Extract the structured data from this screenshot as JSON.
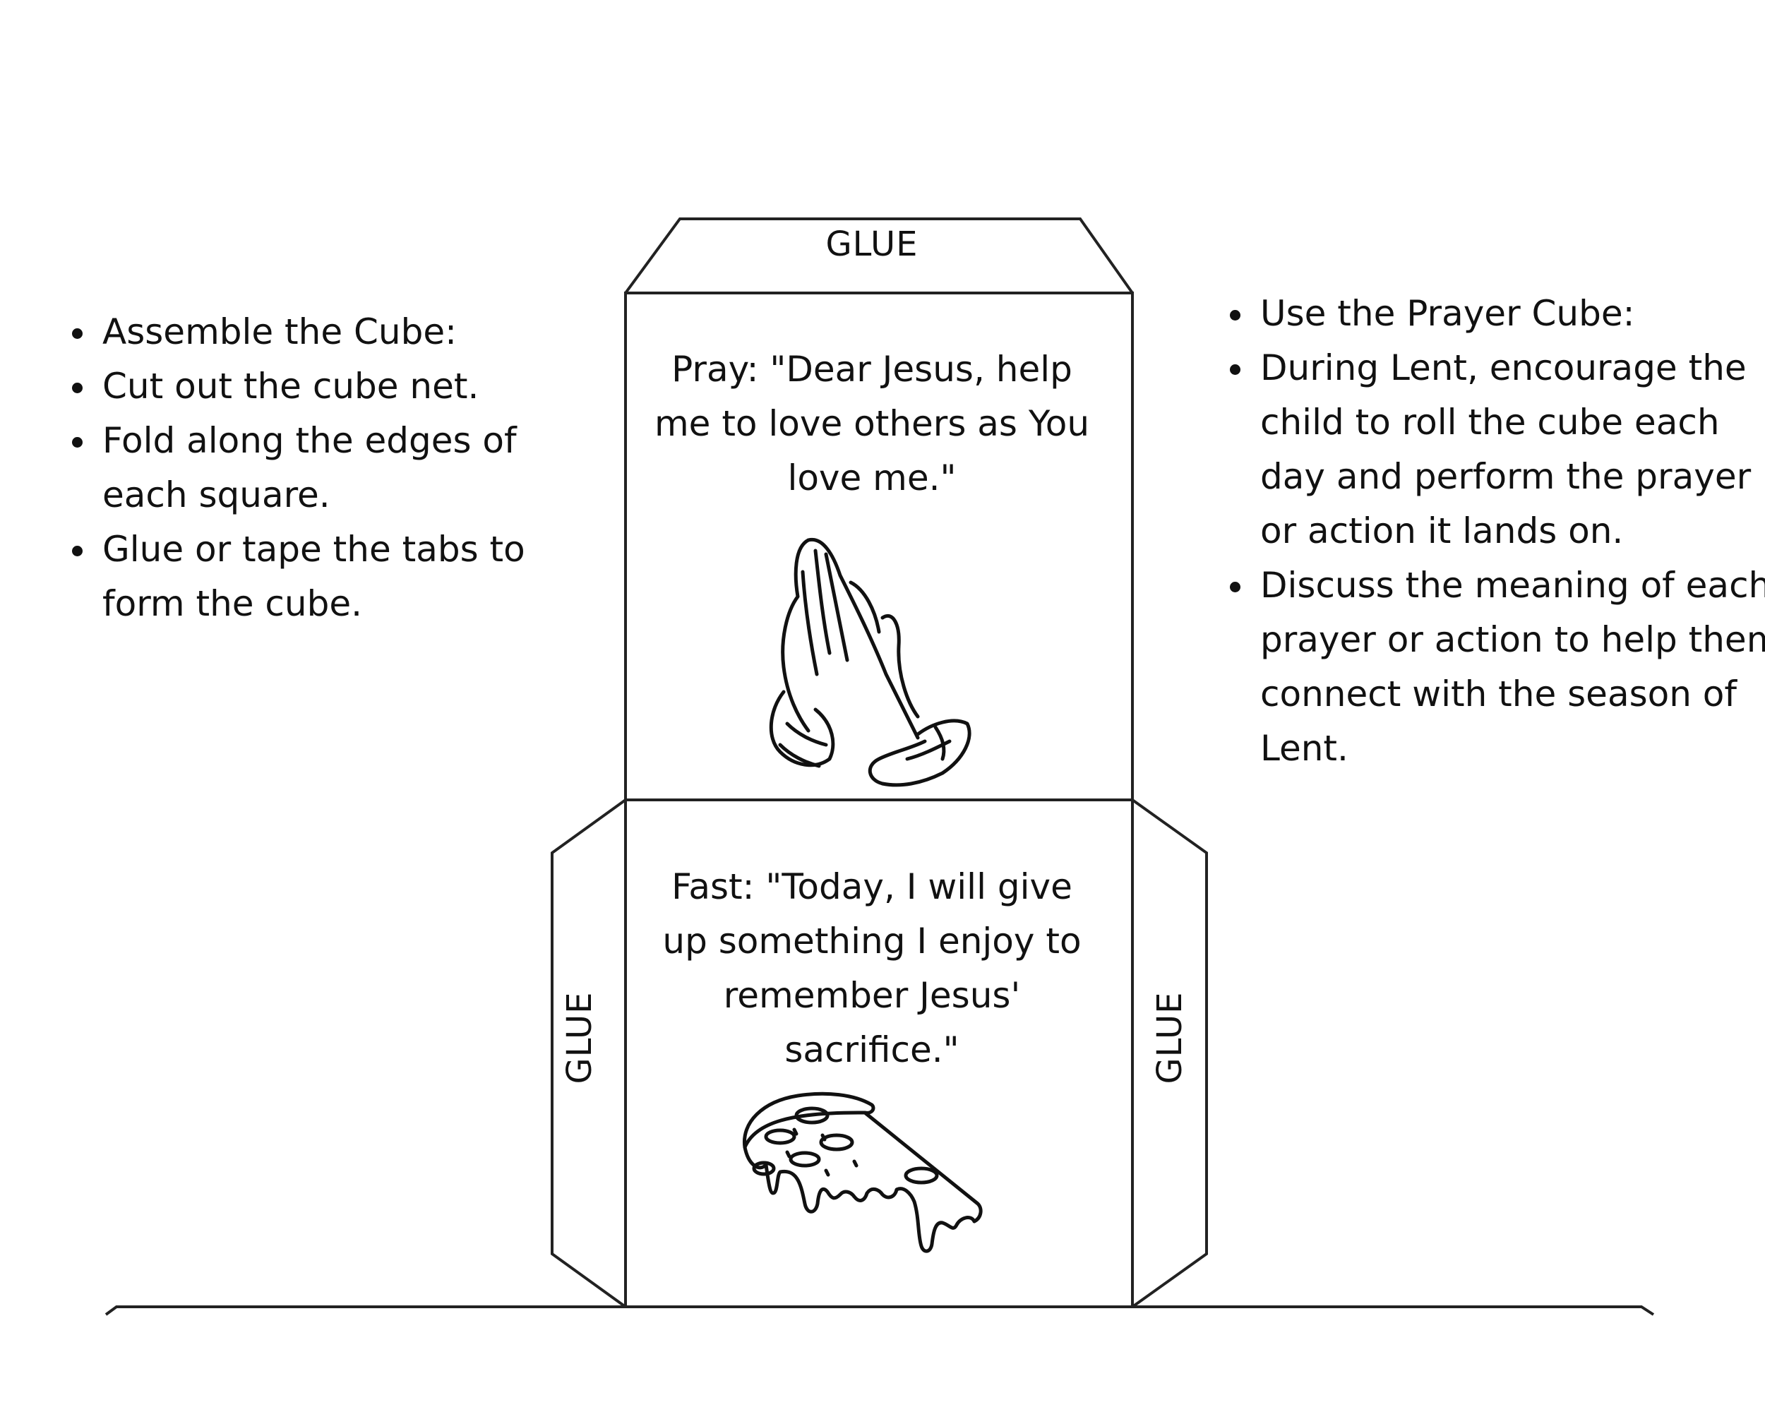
{
  "left_instructions": {
    "items": [
      "Assemble the Cube:",
      "Cut out the cube net.",
      "Fold along the edges of each square.",
      "Glue or tape the tabs to form the cube."
    ]
  },
  "right_instructions": {
    "items": [
      "Use the Prayer Cube:",
      "During Lent, encourage the child to roll the cube each day and perform the prayer or action it lands on.",
      "Discuss the meaning of each prayer or action to help them connect with the season of Lent."
    ]
  },
  "cube_net": {
    "glue_top": "GLUE",
    "glue_left": "GLUE",
    "glue_right": "GLUE",
    "face_top": {
      "text": "Pray: \"Dear Jesus, help me to love others as You love me.\"",
      "icon": "praying-hands-icon"
    },
    "face_middle": {
      "text": "Fast: \"Today, I will give up something I enjoy to remember Jesus' sacrifice.\"",
      "icon": "pizza-slice-icon"
    }
  }
}
